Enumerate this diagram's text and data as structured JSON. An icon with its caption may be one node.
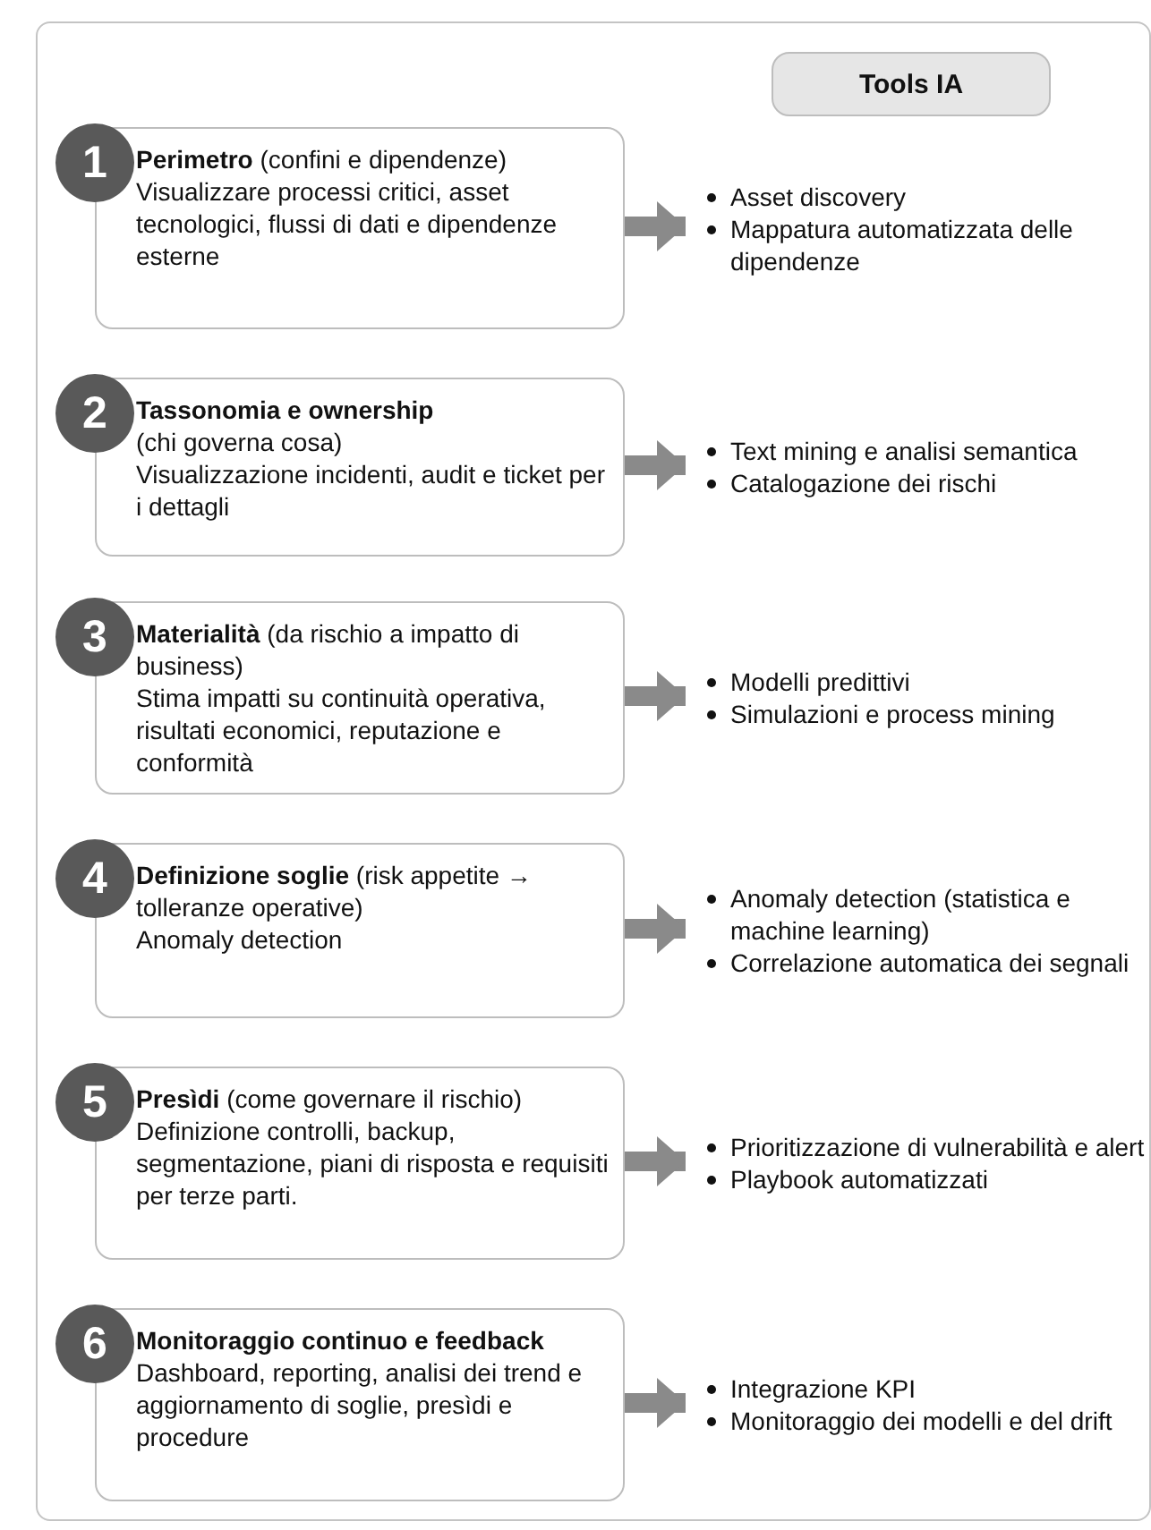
{
  "diagram": {
    "nodes": [
      {
        "text": [],
        "shape": "box"
      },
      {
        "text": [
          "Tools IA"
        ],
        "in": 0
      },
      {
        "text": [
          "1"
        ],
        "in": 0
      },
      {
        "text": [
          "**Perimetro** (confini e dipendenze)",
          "Visualizzare processi critici, asset tecnologici, flussi di dati e dipendenze esterne"
        ],
        "in": 0
      },
      {
        "text": [
          "Asset discovery",
          "Mappatura automatizzata delle dipendenze"
        ],
        "in": 0
      },
      {
        "text": [
          "2"
        ],
        "in": 0
      },
      {
        "text": [
          "**Tassonomia e ownership**",
          "(chi governa cosa)",
          "Visualizzazione incidenti, audit e ticket per i dettagli"
        ],
        "in": 0
      },
      {
        "text": [
          "Text mining e analisi semantica",
          "Catalogazione dei rischi"
        ],
        "in": 0
      },
      {
        "text": [
          "3"
        ],
        "in": 0
      },
      {
        "text": [
          "**Materialità** (da rischio a impatto di business)",
          "Stima impatti su continuità operativa, risultati economici, reputazione e conformità"
        ],
        "in": 0
      },
      {
        "text": [
          "Modelli predittivi",
          "Simulazioni e process mining"
        ],
        "in": 0
      },
      {
        "text": [
          "4"
        ],
        "in": 0
      },
      {
        "text": [
          "**Definizione soglie** (risk appetite → tolleranze operative)",
          "Anomaly detection"
        ],
        "in": 0
      },
      {
        "text": [
          "Anomaly detection (statistica e machine learning)",
          "Correlazione automatica dei segnali"
        ],
        "in": 0
      },
      {
        "text": [
          "5"
        ],
        "in": 0
      },
      {
        "text": [
          "**Presìdi** (come governare il rischio)",
          "Definizione controlli, backup, segmentazione, piani di risposta e requisiti per terze parti."
        ],
        "in": 0
      },
      {
        "text": [
          "Prioritizzazione di vulnerabilità e alert",
          "Playbook automatizzati"
        ],
        "in": 0
      },
      {
        "text": [
          "6"
        ],
        "in": 0
      },
      {
        "text": [
          "**Monitoraggio continuo e feedback**",
          "Dashboard, reporting, analisi dei trend e aggiornamento di soglie, presìdi e procedure"
        ],
        "in": 0
      },
      {
        "text": [
          "Integrazione KPI",
          "Monitoraggio dei modelli e del drift"
        ],
        "in": 0
      }
    ],
    "edges": [
      {
        "from": 3,
        "to": 4,
        "arrow": "to"
      },
      {
        "from": 6,
        "to": 7,
        "arrow": "to"
      },
      {
        "from": 9,
        "to": 10,
        "arrow": "to"
      },
      {
        "from": 12,
        "to": 13,
        "arrow": "to"
      },
      {
        "from": 15,
        "to": 16,
        "arrow": "to"
      },
      {
        "from": 18,
        "to": 19,
        "arrow": "to"
      }
    ]
  }
}
